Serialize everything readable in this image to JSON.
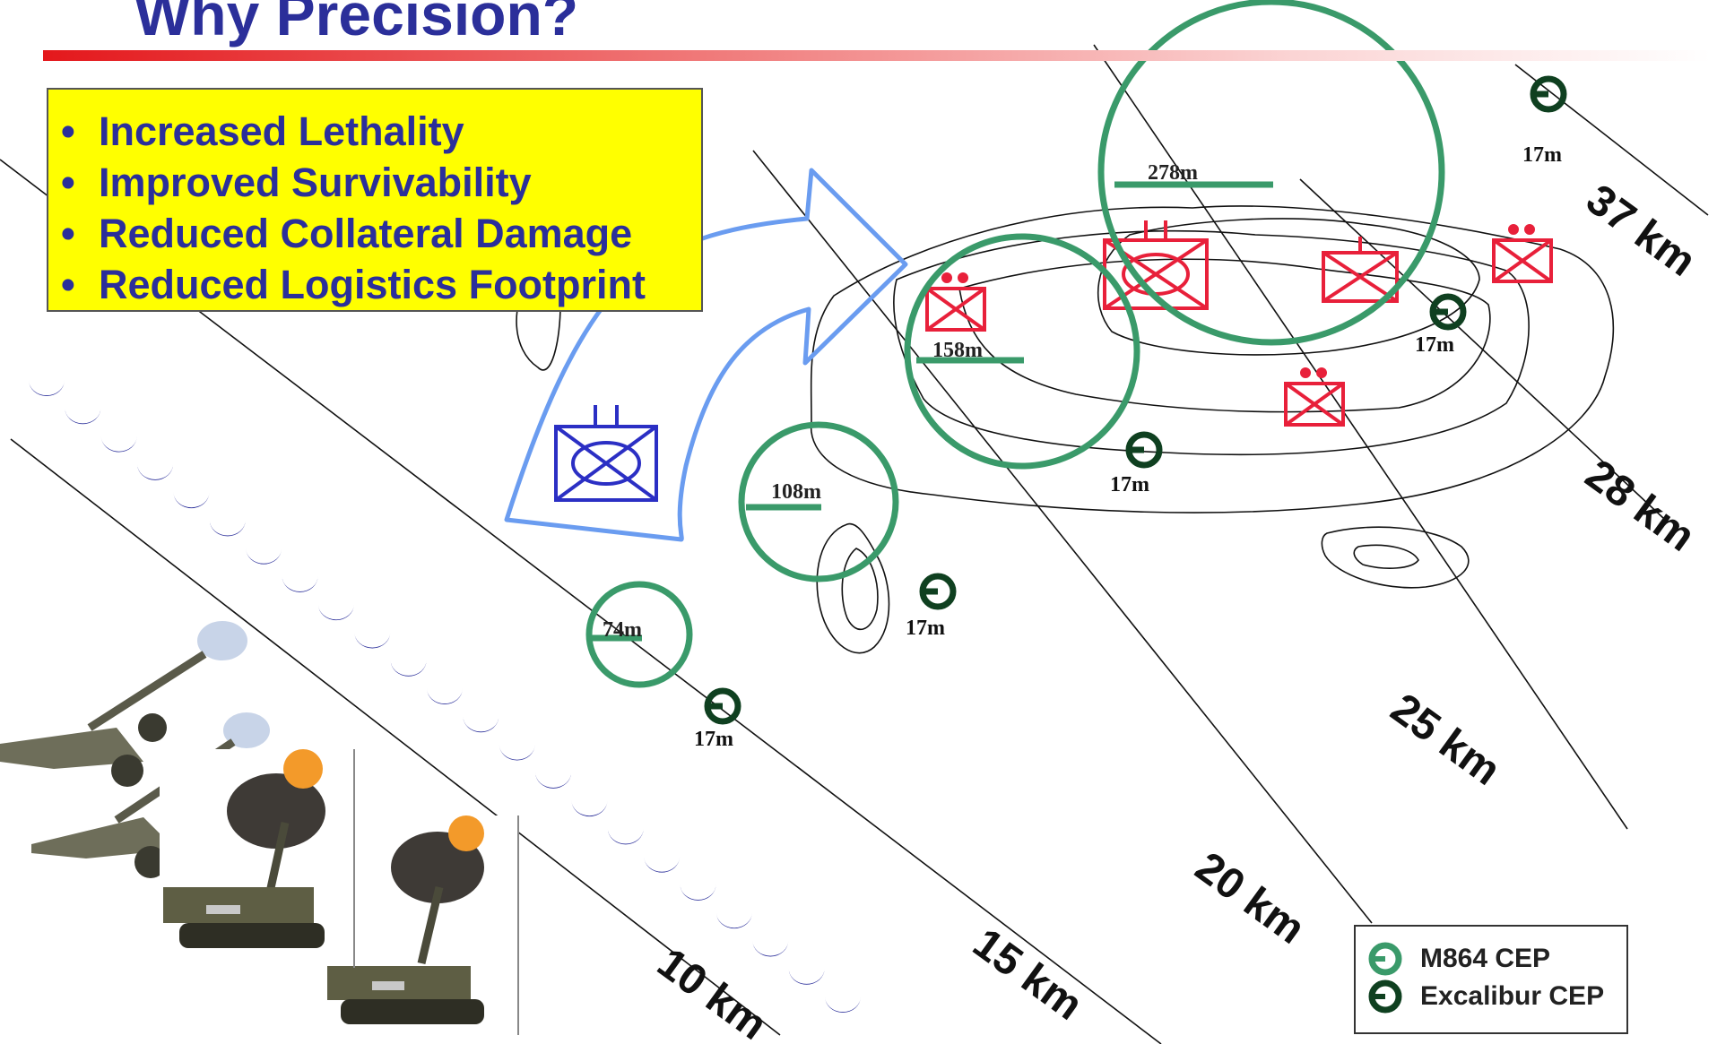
{
  "title": "Why Precision?",
  "benefits": [
    "Increased Lethality",
    "Improved Survivability",
    "Reduced Collateral Damage",
    "Reduced Logistics Footprint"
  ],
  "range_lines": [
    {
      "label": "10 km"
    },
    {
      "label": "15 km"
    },
    {
      "label": "20 km"
    },
    {
      "label": "25 km"
    },
    {
      "label": "28 km"
    },
    {
      "label": "37 km"
    }
  ],
  "m864_cep": [
    {
      "label": "74m"
    },
    {
      "label": "108m"
    },
    {
      "label": "158m"
    },
    {
      "label": "278m"
    }
  ],
  "excalibur_cep": [
    {
      "label": "17m"
    },
    {
      "label": "17m"
    },
    {
      "label": "17m"
    },
    {
      "label": "17m"
    },
    {
      "label": "17m"
    }
  ],
  "legend": {
    "m864": "M864 CEP",
    "excalibur": "Excalibur CEP"
  },
  "colors": {
    "title": "#2b2f9a",
    "title_rule_start": "#e4181c",
    "benefit_box": "#ffff00",
    "m864_circle": "#3a9a6a",
    "excalibur_circle": "#0f4020",
    "friendly_unit": "#2b2fc4",
    "enemy_unit": "#e8203a",
    "arrow": "#6a9cf0",
    "trajectory": "#2b2f9a"
  },
  "icons": {
    "friendly_unit": "friendly-armor-unit-icon",
    "enemy_unit": "enemy-armor-unit-icon",
    "artillery": "howitzer-icon"
  }
}
